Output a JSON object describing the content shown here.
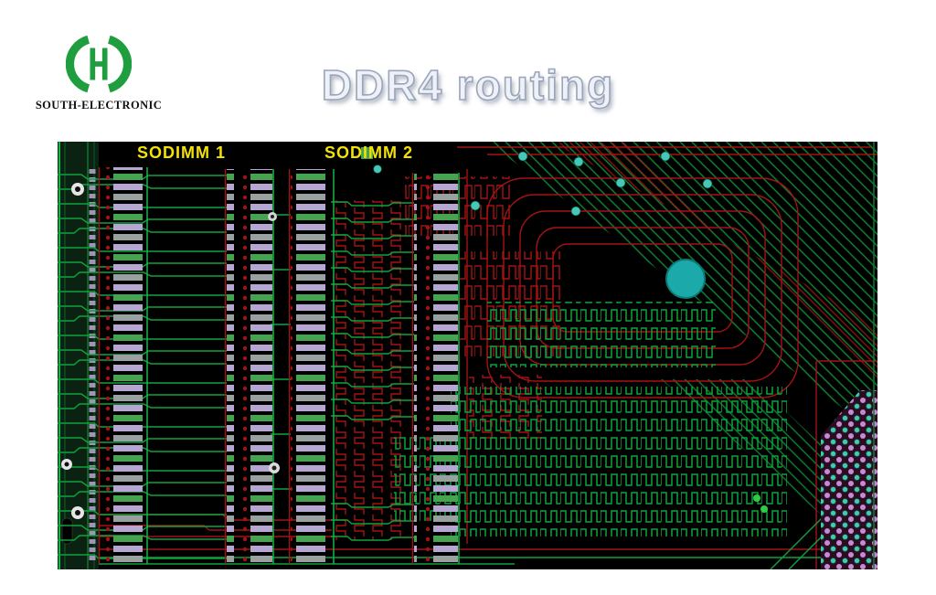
{
  "header": {
    "company": "SOUTH-ELECTRONIC",
    "title": "DDR4 routing"
  },
  "pcb": {
    "labels": [
      {
        "text": "SODIMM 1"
      },
      {
        "text": "SODIMM 2"
      }
    ],
    "colors": {
      "board_bg": "#000000",
      "trace_green": "#0fa23c",
      "trace_red": "#a31313",
      "pad_lavender": "#b5a6d2",
      "pad_gray": "#98a1a0",
      "pad_green": "#46a34f",
      "via_teal": "#1ca9a9",
      "dot_teal": "#45c9b6",
      "dot_purple": "#c78ad9",
      "label_yellow": "#f2e205",
      "edge_green": "#17b545"
    }
  }
}
